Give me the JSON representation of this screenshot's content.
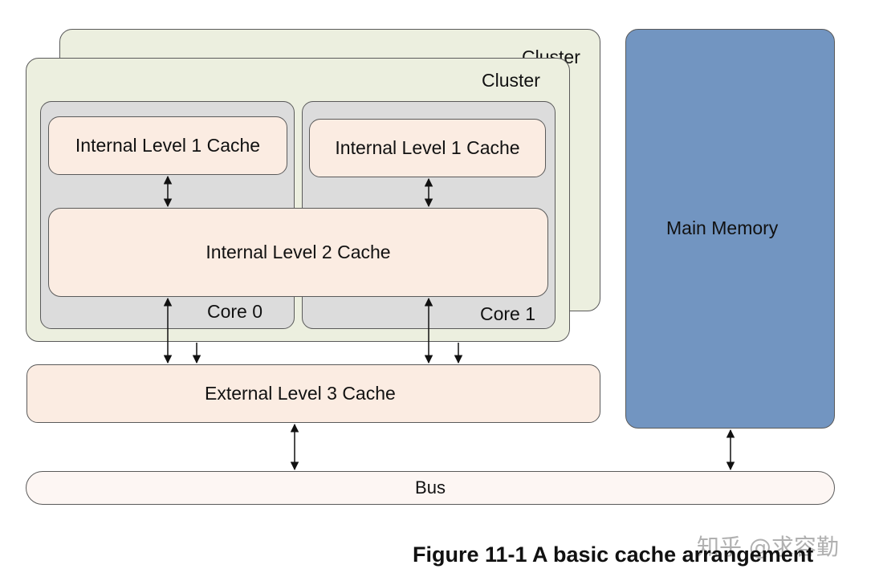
{
  "diagram": {
    "cluster_back_label": "Cluster",
    "cluster_front_label": "Cluster",
    "core0": {
      "label": "Core 0",
      "l1_label": "Internal Level 1 Cache"
    },
    "core1": {
      "label": "Core 1",
      "l1_label": "Internal Level 1 Cache"
    },
    "l2_label": "Internal Level 2 Cache",
    "l3_label": "External Level 3 Cache",
    "main_memory_label": "Main Memory",
    "bus_label": "Bus"
  },
  "caption": "Figure 11-1 A basic cache arrangement",
  "watermark": "知乎 @求容勤",
  "colors": {
    "cluster_fill": "#ecefdf",
    "core_fill": "#dcdcdc",
    "cache_fill": "#fbece2",
    "main_memory_fill": "#7295c1",
    "bus_fill": "#fdf6f3"
  }
}
